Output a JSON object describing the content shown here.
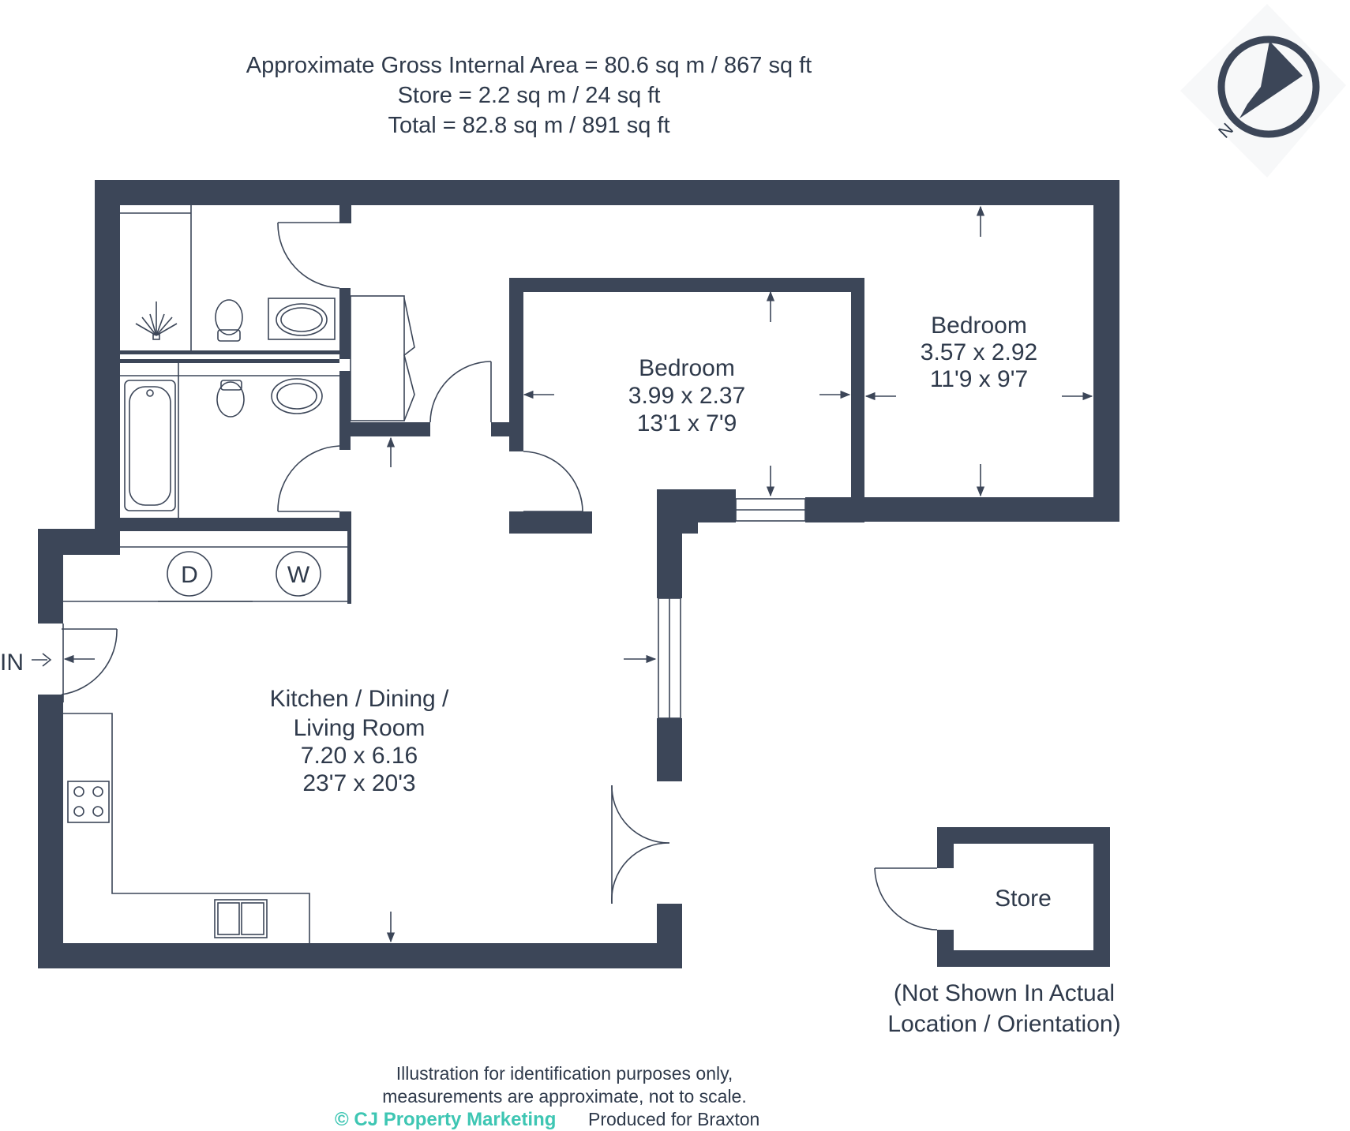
{
  "header": {
    "line1": "Approximate Gross Internal Area = 80.6 sq m / 867 sq ft",
    "line2": "Store = 2.2 sq m / 24 sq ft",
    "line3": "Total = 82.8 sq m / 891 sq ft"
  },
  "compass": {
    "label": "N",
    "icon": "north-arrow-icon"
  },
  "rooms": {
    "bedroom_right": {
      "name": "Bedroom",
      "metric": "3.57 x 2.92",
      "imperial": "11'9 x 9'7"
    },
    "bedroom_middle": {
      "name": "Bedroom",
      "metric": "3.99 x 2.37",
      "imperial": "13'1 x 7'9"
    },
    "living": {
      "name1": "Kitchen / Dining /",
      "name2": "Living Room",
      "metric": "7.20 x 6.16",
      "imperial": "23'7 x 20'3"
    },
    "store": {
      "name": "Store"
    }
  },
  "appliances": {
    "dryer": "D",
    "washer": "W"
  },
  "entrance": {
    "label": "IN"
  },
  "store_note": {
    "line1": "(Not Shown In Actual",
    "line2": "Location / Orientation)"
  },
  "footer": {
    "line1": "Illustration for identification purposes only,",
    "line2": "measurements are approximate, not to scale.",
    "brand": "© CJ Property Marketing",
    "produced": "Produced for Braxton"
  },
  "colors": {
    "wall": "#3c4658",
    "text": "#2f3a4b",
    "brand": "#3ec6b3"
  }
}
